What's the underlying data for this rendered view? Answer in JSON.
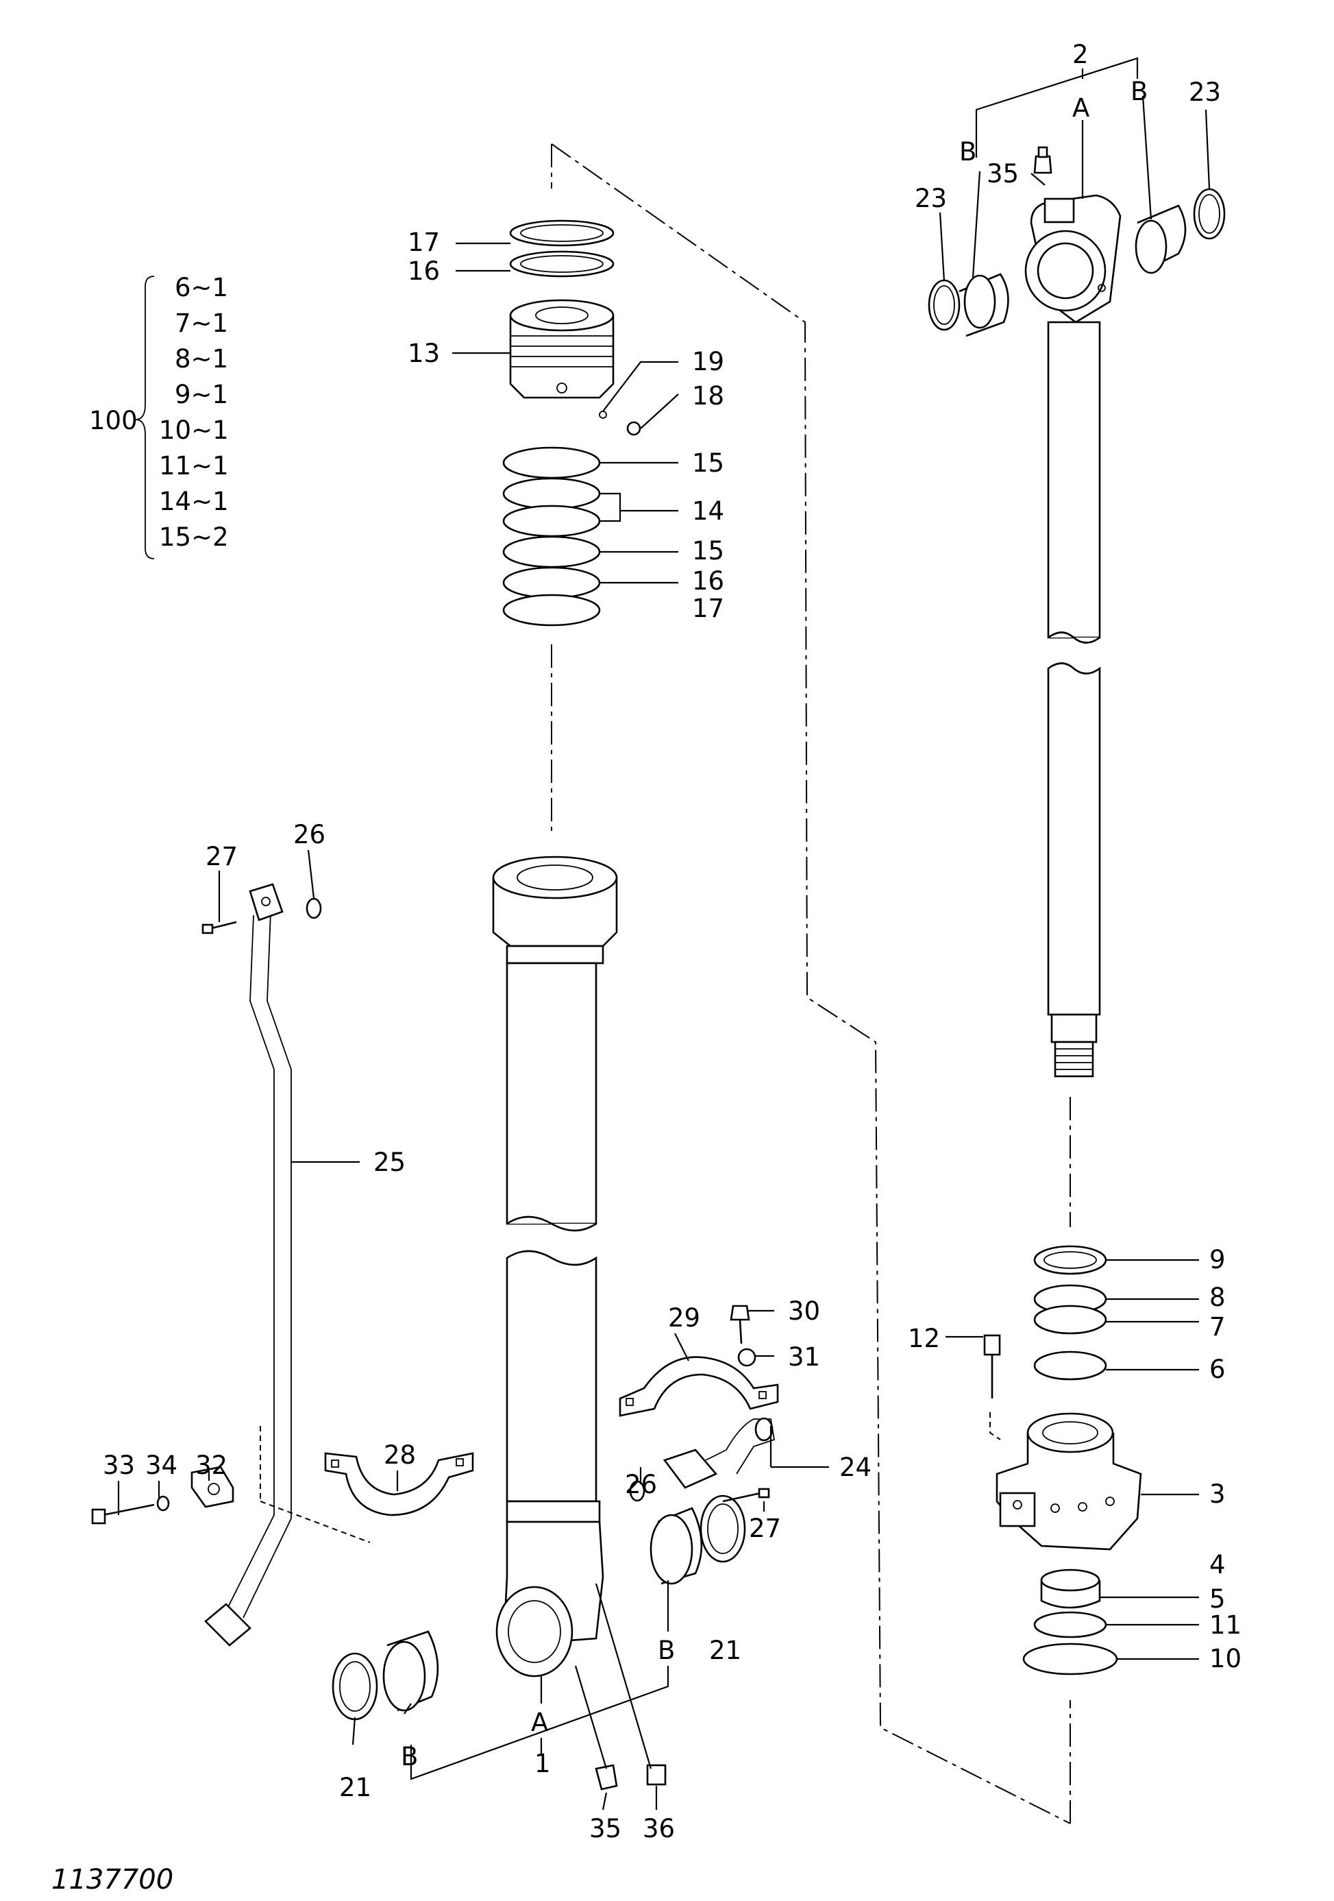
{
  "figure_id": "1137700",
  "kit_group": {
    "label": "100",
    "items": [
      "6~1",
      "7~1",
      "8~1",
      "9~1",
      "10~1",
      "11~1",
      "14~1",
      "15~2"
    ]
  },
  "callouts": {
    "p2": "2",
    "pA_top": "A",
    "pB_top_left": "B",
    "pB_top_right": "B",
    "p23_left": "23",
    "p23_right": "23",
    "p35_top": "35",
    "p17_top": "17",
    "p16_top": "16",
    "p13": "13",
    "p19": "19",
    "p18": "18",
    "p15_a": "15",
    "p14": "14",
    "p15_b": "15",
    "p16_b": "16",
    "p17_b": "17",
    "p26_top": "26",
    "p27_top": "27",
    "p25": "25",
    "p29": "29",
    "p30": "30",
    "p31": "31",
    "p28": "28",
    "p33": "33",
    "p34": "34",
    "p32": "32",
    "p26_mid": "26",
    "p24": "24",
    "p27_mid": "27",
    "p21_right": "21",
    "pB_bot_right": "B",
    "pA_bot": "A",
    "p1": "1",
    "pB_bot_left": "B",
    "p21_left": "21",
    "p35_bot": "35",
    "p36": "36",
    "p9": "9",
    "p8": "8",
    "p7": "7",
    "p6": "6",
    "p12": "12",
    "p3": "3",
    "p4": "4",
    "p5": "5",
    "p11": "11",
    "p10": "10"
  }
}
